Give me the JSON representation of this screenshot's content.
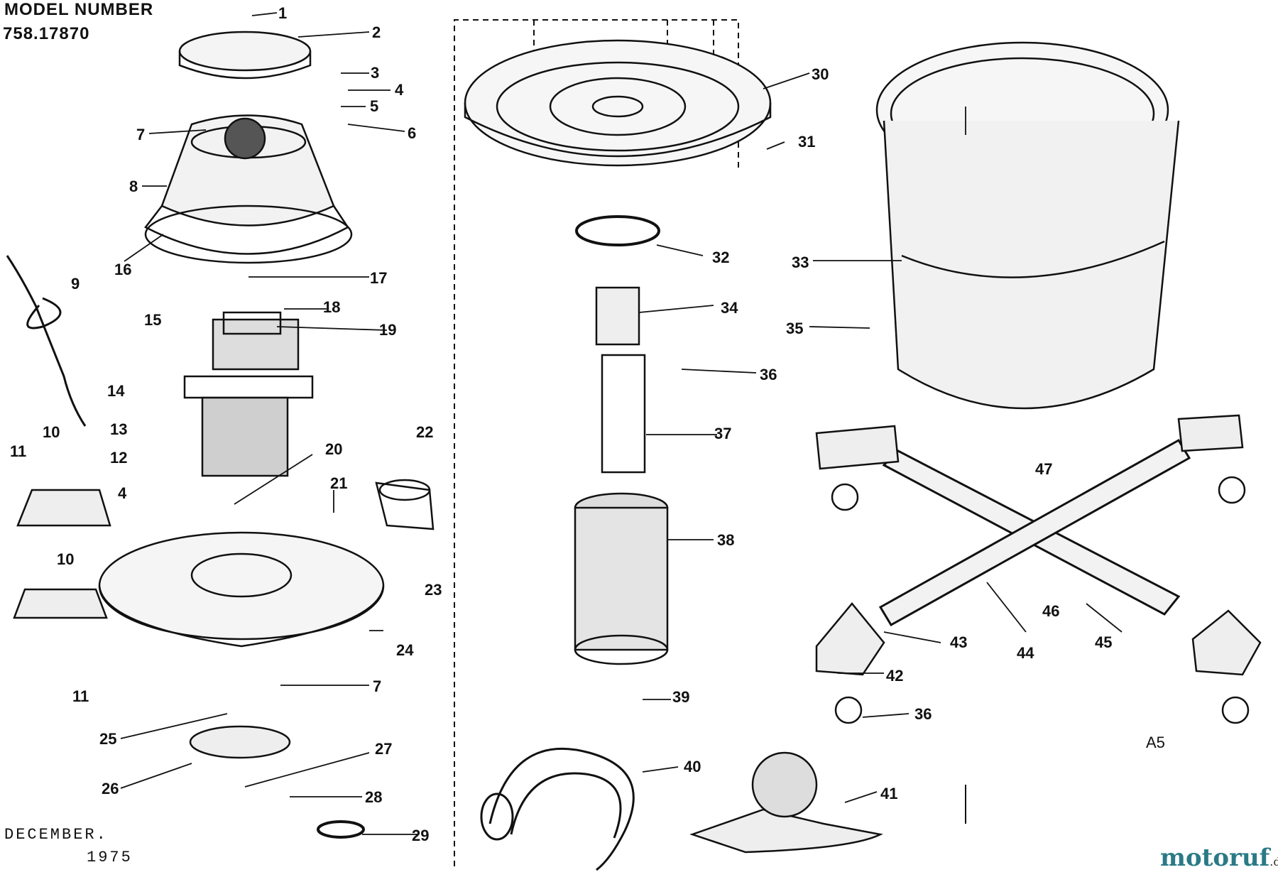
{
  "header": {
    "model_label": "MODEL NUMBER",
    "model_number": "758.17870"
  },
  "footer": {
    "date_line1": "DECEMBER.",
    "date_line2": "1975",
    "sheet_code": "A5"
  },
  "watermark": {
    "name": "motoruf",
    "suffix": ".de",
    "color": "#2a7a86",
    "accent": "#8a1c3c"
  },
  "callouts": [
    "1",
    "2",
    "3",
    "4",
    "5",
    "6",
    "7",
    "8",
    "9",
    "10",
    "10",
    "11",
    "11",
    "12",
    "4",
    "13",
    "14",
    "15",
    "16",
    "17",
    "18",
    "19",
    "20",
    "21",
    "22",
    "23",
    "24",
    "7",
    "25",
    "26",
    "27",
    "28",
    "29",
    "30",
    "31",
    "32",
    "33",
    "34",
    "35",
    "36",
    "37",
    "38",
    "39",
    "40",
    "41",
    "42",
    "43",
    "36",
    "44",
    "45",
    "46",
    "47"
  ],
  "colors": {
    "ink": "#111111",
    "background": "#ffffff"
  }
}
